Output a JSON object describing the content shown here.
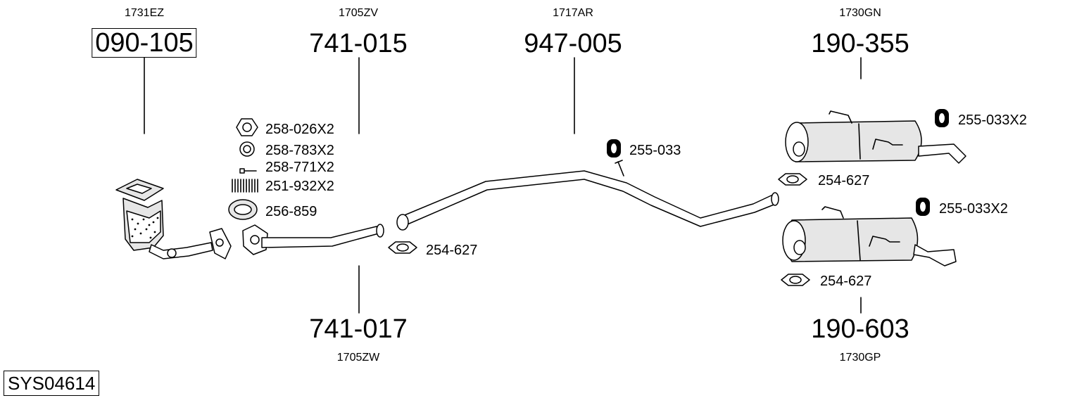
{
  "parts": [
    {
      "oem": "1731EZ",
      "number": "090-105"
    },
    {
      "oem": "1705ZV",
      "number": "741-015"
    },
    {
      "oem": "1717AR",
      "number": "947-005"
    },
    {
      "oem": "1730GN",
      "number": "190-355"
    },
    {
      "oem": "1705ZW",
      "number": "741-017"
    },
    {
      "oem": "1730GP",
      "number": "190-603"
    }
  ],
  "accessories": [
    {
      "label": "258-026X2",
      "icon": "hex-nut-icon"
    },
    {
      "label": "258-783X2",
      "icon": "washer-icon"
    },
    {
      "label": "258-771X2",
      "icon": "bolt-icon"
    },
    {
      "label": "251-932X2",
      "icon": "spring-icon"
    },
    {
      "label": "256-859",
      "icon": "gasket-ring-icon"
    },
    {
      "label": "254-627",
      "icon": "clamp-icon"
    },
    {
      "label": "255-033",
      "icon": "rubber-hanger-icon"
    },
    {
      "label": "255-033X2",
      "icon": "rubber-hanger-icon"
    },
    {
      "label": "254-627",
      "icon": "clamp-icon"
    },
    {
      "label": "255-033X2",
      "icon": "rubber-hanger-icon"
    },
    {
      "label": "254-627",
      "icon": "clamp-icon"
    }
  ],
  "system_id": "SYS04614"
}
